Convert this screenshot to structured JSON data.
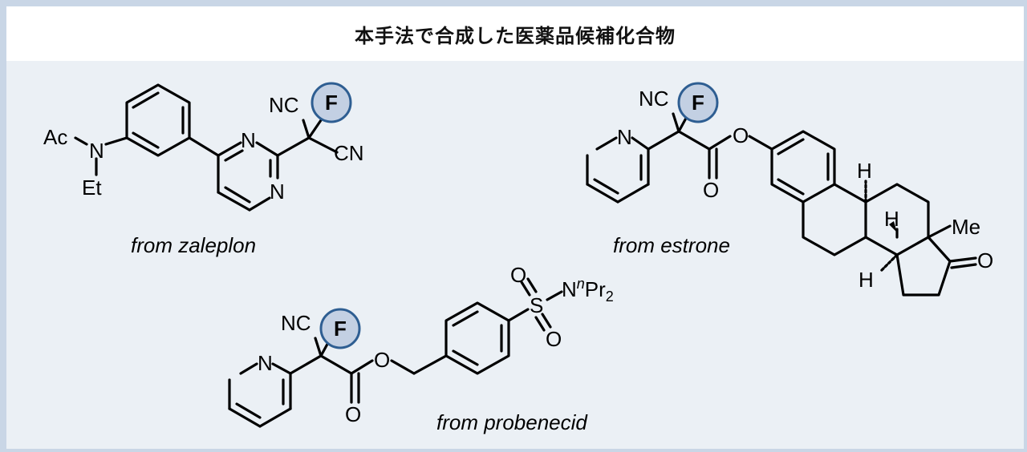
{
  "header": {
    "title": "本手法で合成した医薬品候補化合物"
  },
  "atoms": {
    "N": "N",
    "F": "F",
    "O": "O",
    "S": "S",
    "H": "H",
    "NC": "NC",
    "CN": "CN",
    "Ac": "Ac",
    "Et": "Et",
    "Me": "Me",
    "NnPr_N": "N",
    "NnPr_n": "n",
    "NnPr_Pr": "Pr",
    "NnPr_sub": "2"
  },
  "captions": {
    "zaleplon": "from zaleplon",
    "estrone": "from estrone",
    "probenecid": "from probenecid"
  },
  "colors": {
    "badge_fill": "#c3d0e3",
    "badge_stroke": "#2e5e92",
    "panel_bg": "#ebf0f5",
    "frame": "#c9d6e6"
  }
}
